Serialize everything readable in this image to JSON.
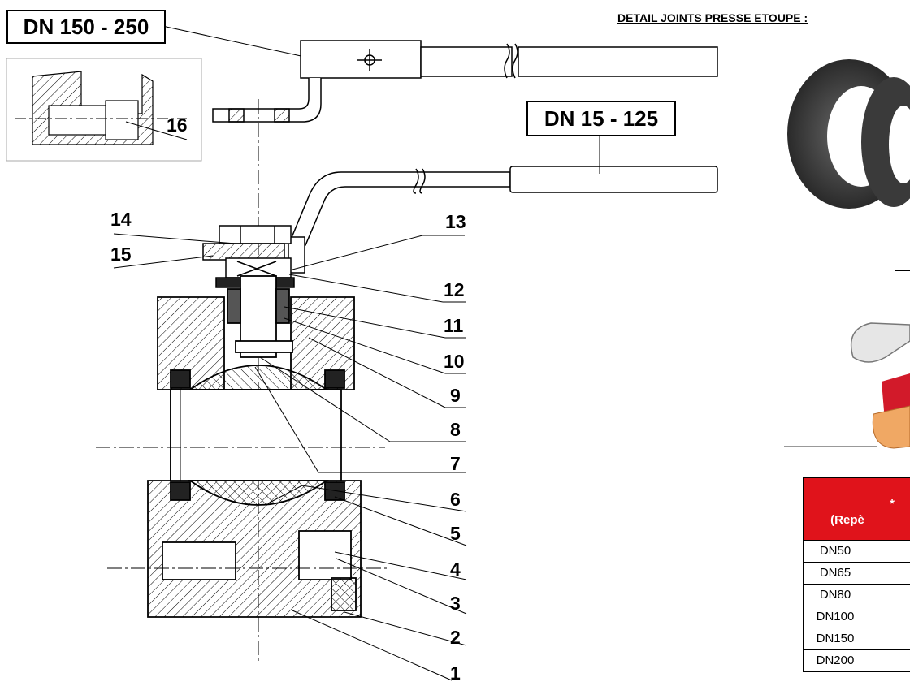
{
  "labels": {
    "size_large": "DN 150 - 250",
    "size_small": "DN 15 - 125",
    "detail_title": "DETAIL JOINTS PRESSE ETOUPE :"
  },
  "callouts": [
    {
      "id": "1",
      "text": "1"
    },
    {
      "id": "2",
      "text": "2"
    },
    {
      "id": "3",
      "text": "3"
    },
    {
      "id": "4",
      "text": "4"
    },
    {
      "id": "5",
      "text": "5"
    },
    {
      "id": "6",
      "text": "6"
    },
    {
      "id": "7",
      "text": "7"
    },
    {
      "id": "8",
      "text": "8"
    },
    {
      "id": "9",
      "text": "9"
    },
    {
      "id": "10",
      "text": "10"
    },
    {
      "id": "11",
      "text": "11"
    },
    {
      "id": "12",
      "text": "12"
    },
    {
      "id": "13",
      "text": "13"
    },
    {
      "id": "14",
      "text": "14"
    },
    {
      "id": "15",
      "text": "15"
    },
    {
      "id": "16",
      "text": "16"
    }
  ],
  "table": {
    "header_line1": "*",
    "header_line2": "(Repè",
    "rows": [
      "DN50",
      "DN65",
      "DN80",
      "DN100",
      "DN150",
      "DN200"
    ]
  },
  "colors": {
    "table_header": "#e0131b",
    "gasket": "#3a3a3a"
  }
}
